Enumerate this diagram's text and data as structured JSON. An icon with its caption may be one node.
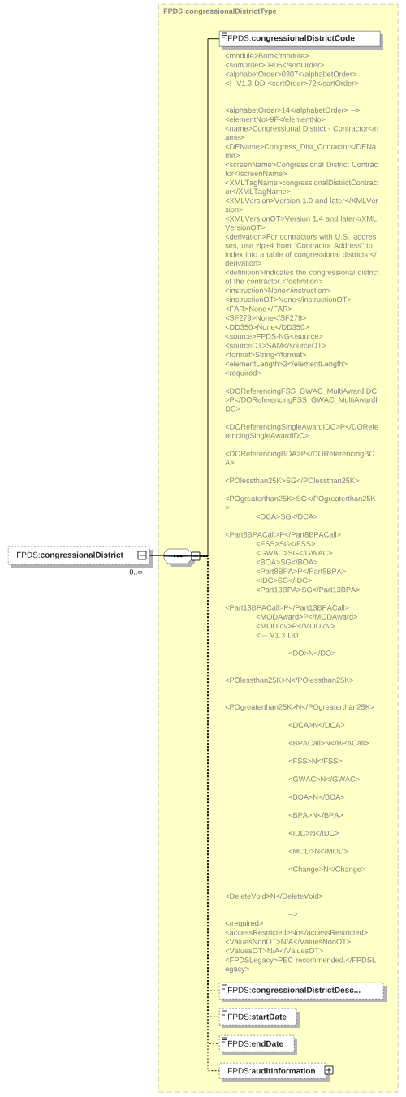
{
  "diagram": {
    "nodes": [
      {
        "text": [
          "FPDS:congressionalDistrictType"
        ]
      },
      {
        "text": [
          "FPDS:**congressionalDistrict**"
        ],
        "beside": [
          "0..∞"
        ]
      },
      {
        "text": [],
        "shape": "octagon",
        "in": 0
      },
      {
        "text": [
          "FPDS:**congressionalDistrictCode**"
        ],
        "in": 0,
        "beside": [
          "<module>Both</module>",
          "<sortOrder>0906</sortOrder>",
          "<alphabetOrder>0307</alphabetOrder>",
          "<!--V1.3 DD <sortOrder>72</sortOrder>",
          "<alphabetOrder>14</alphabetOrder> -->",
          "<elementNo>9F</elementNo>",
          "<name>Congressional District - Contractor</name>",
          "<DEName>Congress_Dist_Contactor</DEName>",
          "<screenName>Congressional District Contractor</screenName>",
          "<XMLTagName>congressionalDistrictContractor</XMLTagName>",
          "<XMLVersion>Version 1.0 and later</XMLVersion>",
          "<XMLVersionOT>Version 1.4 and later</XMLVersionOT>",
          "<derivation>For contractors with U.S. addresses, use zip+4 from \"Contractor Address\" to index into a table of congressional districts.</derivation>",
          "<definition>Indicates the congressional district of the contractor.</definition>",
          "<instruction>None</instruction>",
          "<instructionOT>None</instructionOT>",
          "<FAR>None</FAR>",
          "<SF279>None</SF279>",
          "<DD350>None</DD350>",
          "<source>FPDS-NG</source>",
          "<sourceOT>SAM</sourceOT>",
          "<format>String</format>",
          "<elementLength>2</elementLength>",
          "<required>",
          "<DOReferencingFSS_GWAC_MultiAwardIDC>P</DOReferencingFSS_GWAC_MultiAwardIDC>",
          "<DOReferencingSingleAwardIDC>P</DOReferencingSingleAwardIDC>",
          "<DOReferencingBOA>P</DOReferencingBOA>",
          "<POlessthan25K>SG</POlessthan25K>",
          "<POgreaterthan25K>SG</POgreaterthan25K>",
          "<DCA>SG</DCA>",
          "<Part8BPACall>P</Part8BPACall>",
          "<FSS>SG</FSS>",
          "<GWAC>SG</GWAC>",
          "<BOA>SG</BOA>",
          "<Part8BPA>P</Part8BPA>",
          "<IDC>SG</IDC>",
          "<Part13BPA>SG</Part13BPA>",
          "<Part13BPACall>P</Part13BPACall>",
          "<MODAward>P</MODAward>",
          "<MODIdv>P</MODIdv>",
          "<!-- V1.3 DD",
          "<DO>N</DO>",
          "<POlessthan25K>N</POlessthan25K>",
          "<POgreaterthan25K>N</POgreaterthan25K>",
          "<DCA>N</DCA>",
          "<BPACall>N</BPACall>",
          "<FSS>N</FSS>",
          "<GWAC>N</GWAC>",
          "<BOA>N</BOA>",
          "<BPA>N</BPA>",
          "<IDC>N</IDC>",
          "<MOD>N</MOD>",
          "<Change>N</Change>",
          "<DeleteVoid>N</DeleteVoid>",
          "-->",
          "</required>",
          "<accessRestricted>No</accessRestricted>",
          "<ValuesNonOT>N/A</ValuesNonOT>",
          "<ValuesOT>N/A</ValuesOT>",
          "<FPDSLegacy>PEC recommended.</FPDSLegacy>"
        ]
      },
      {
        "text": [
          "FPDS:**congressionalDistrictDesc...**"
        ],
        "in": 0
      },
      {
        "text": [
          "FPDS:**startDate**"
        ],
        "in": 0
      },
      {
        "text": [
          "FPDS:**endDate**"
        ],
        "in": 0
      },
      {
        "text": [
          "FPDS:**auditInformation**"
        ],
        "in": 0
      }
    ],
    "edges": [
      {
        "from": 1,
        "to": 2,
        "arrow": "none"
      },
      {
        "from": 2,
        "to": 3,
        "arrow": "none"
      },
      {
        "from": 2,
        "to": 4,
        "arrow": "none",
        "style": "dashed"
      },
      {
        "from": 2,
        "to": 5,
        "arrow": "none",
        "style": "dashed"
      },
      {
        "from": 2,
        "to": 6,
        "arrow": "none",
        "style": "dashed"
      },
      {
        "from": 2,
        "to": 7,
        "arrow": "none",
        "style": "dashed"
      }
    ]
  }
}
